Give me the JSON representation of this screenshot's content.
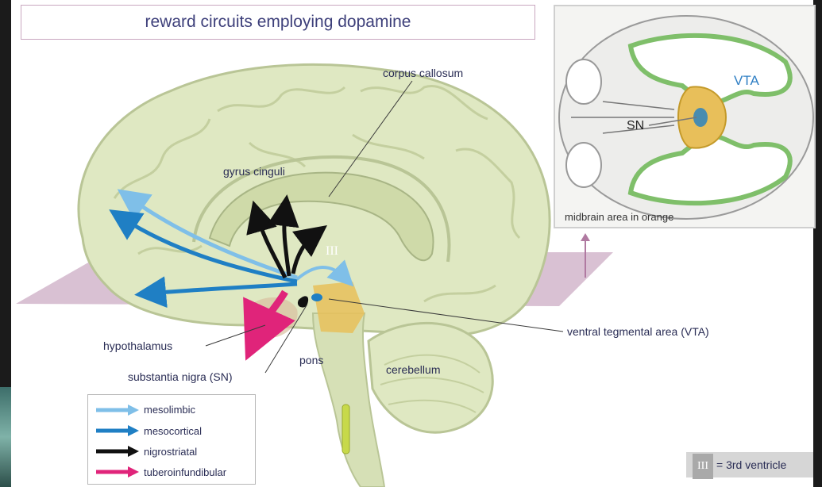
{
  "title": "reward circuits employing dopamine",
  "labels": {
    "corpus_callosum": "corpus callosum",
    "gyrus_cinguli": "gyrus cinguli",
    "third_ventricle_marker": "III",
    "hypothalamus": "hypothalamus",
    "substantia_nigra": "substantia nigra (SN)",
    "pons": "pons",
    "cerebellum": "cerebellum",
    "vta": "ventral tegmental area (VTA)"
  },
  "legend": {
    "items": [
      {
        "label": "mesolimbic",
        "color": "#7fbfe8"
      },
      {
        "label": "mesocortical",
        "color": "#1f7fc4"
      },
      {
        "label": "nigrostriatal",
        "color": "#111111"
      },
      {
        "label": "tuberoinfundibular",
        "color": "#e0247a"
      }
    ]
  },
  "inset": {
    "vta_label": "VTA",
    "sn_label": "SN",
    "caption": "midbrain area in orange"
  },
  "ventricle_note": {
    "symbol": "III",
    "text": "= 3rd ventricle"
  },
  "colors": {
    "brain": "#dfe8c2",
    "brain_stroke": "#b9c596",
    "plane": "#c9a7c0",
    "midbrain": "#e8bf5a",
    "title": "#3d3f7a"
  }
}
